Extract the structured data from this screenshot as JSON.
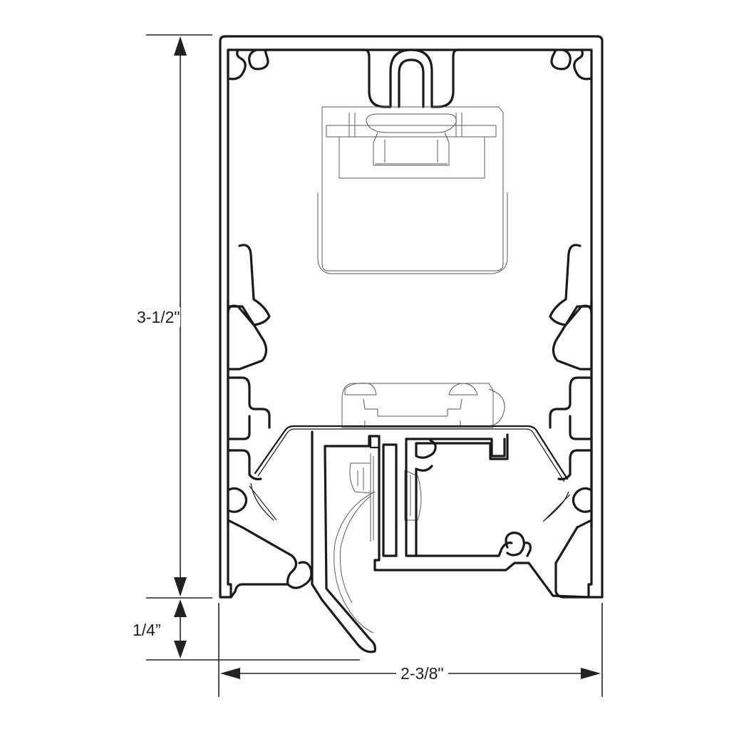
{
  "dimensions": {
    "height": "3-1/2\"",
    "lens_drop": "1/4”",
    "width": "2-3/8\""
  },
  "colors": {
    "line": "#1a1a1a",
    "background": "#ffffff"
  }
}
